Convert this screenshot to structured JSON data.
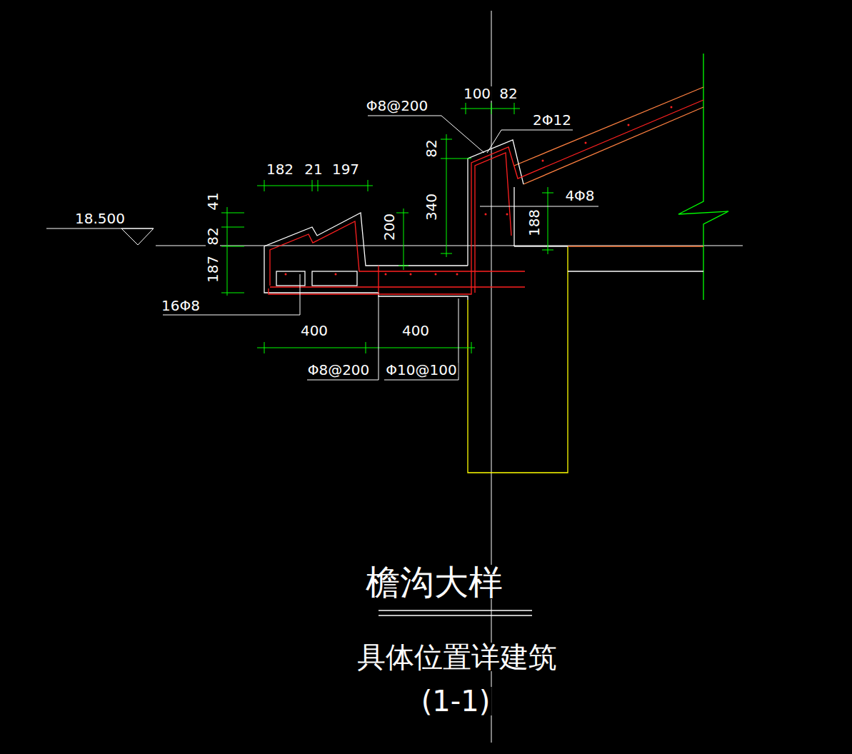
{
  "diagram": {
    "title": "檐沟大样",
    "caption": "具体位置详建筑",
    "labels": [
      "18.500",
      "Φ8@200",
      "100",
      "82",
      "2Φ12",
      "82",
      "340",
      "4Φ8",
      "188",
      "182",
      "21",
      "197",
      "41",
      "82",
      "187",
      "200",
      "16Φ8",
      "400",
      "400",
      "Φ8@200",
      "Φ10@100",
      "(1-1)"
    ]
  }
}
